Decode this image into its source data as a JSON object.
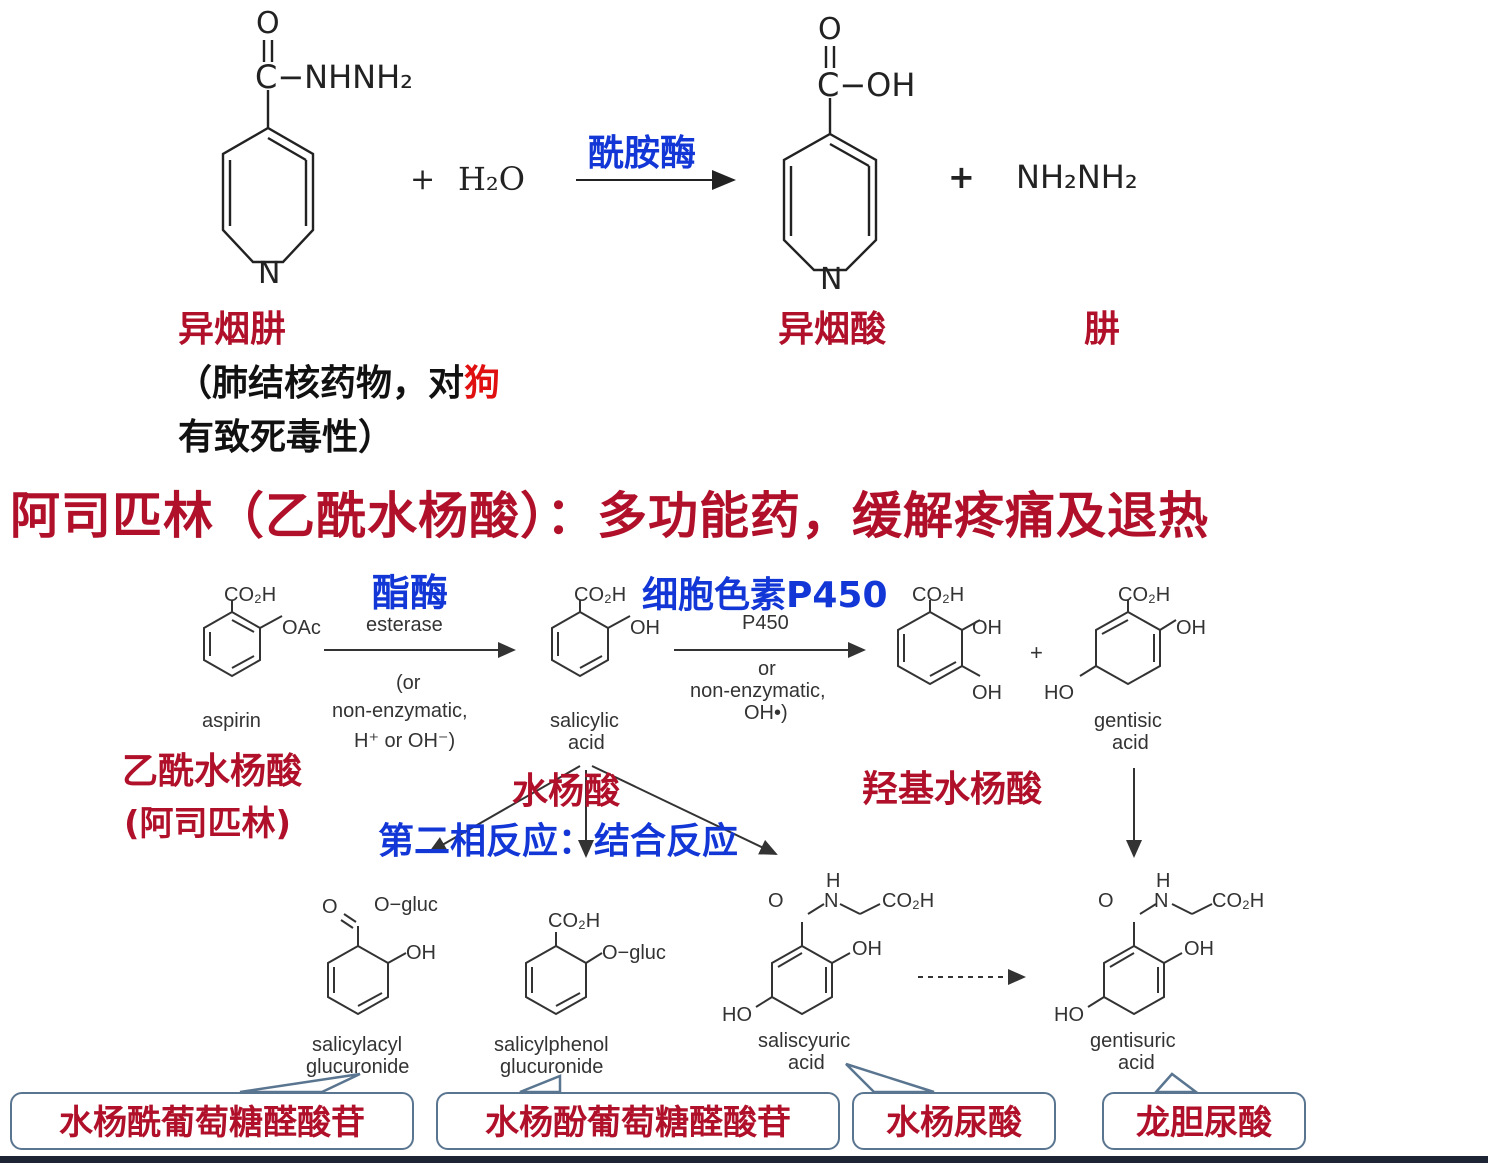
{
  "colors": {
    "red": "#b0102a",
    "blue": "#1237d6",
    "callout_border": "#5a7590"
  },
  "top_reaction": {
    "reactant_group": "C−NHNH₂",
    "plus1": "+",
    "water": "H₂O",
    "enzyme": "酰胺酶",
    "product_group": "C−OH",
    "plus2": "+",
    "hydrazine": "NH₂NH₂",
    "ring_n": "N",
    "o_atom": "O",
    "label_isoniazid": "异烟肼",
    "label_isonicotinic": "异烟酸",
    "label_hydrazine": "肼",
    "note_line1_a": "（肺结核药物，对",
    "note_line1_b": "狗",
    "note_line2": "有致死毒性）"
  },
  "aspirin_title": "阿司匹林（乙酰水杨酸）：多功能药，缓解疼痛及退热",
  "pathway": {
    "enzyme_esterase_zh": "酯酶",
    "esterase": "esterase",
    "esterase_alt1": "(or",
    "esterase_alt2": "non-enzymatic,",
    "esterase_alt3": "H⁺ or OH⁻)",
    "enzyme_p450_zh": "细胞色素P450",
    "p450": "P450",
    "p450_alt1": "or",
    "p450_alt2": "non-enzymatic,",
    "p450_alt3": "OH•)",
    "plus": "+",
    "co2h": "CO₂H",
    "oh": "OH",
    "oac": "OAc",
    "ho": "HO",
    "h": "H",
    "n": "N",
    "o": "O",
    "o_gluc_ester": "O−gluc",
    "o_gluc_ether": "O−gluc",
    "name_aspirin": "aspirin",
    "name_salicylic_1": "salicylic",
    "name_salicylic_2": "acid",
    "name_gentisic_1": "gentisic",
    "name_gentisic_2": "acid",
    "name_salicylacyl_1": "salicylacyl",
    "name_salicylacyl_2": "glucuronide",
    "name_salicylphenol_1": "salicylphenol",
    "name_salicylphenol_2": "glucuronide",
    "name_saliscyuric_1": "saliscyuric",
    "name_saliscyuric_2": "acid",
    "name_gentisuric_1": "gentisuric",
    "name_gentisuric_2": "acid",
    "zh_aspirin_1": "乙酰水杨酸",
    "zh_aspirin_2": "(阿司匹林)",
    "zh_salicylic": "水杨酸",
    "zh_hydroxy": "羟基水杨酸",
    "zh_phase2": "第二相反应：结合反应"
  },
  "callouts": [
    "水杨酰葡萄糖醛酸苷",
    "水杨酚葡萄糖醛酸苷",
    "水杨尿酸",
    "龙胆尿酸"
  ]
}
